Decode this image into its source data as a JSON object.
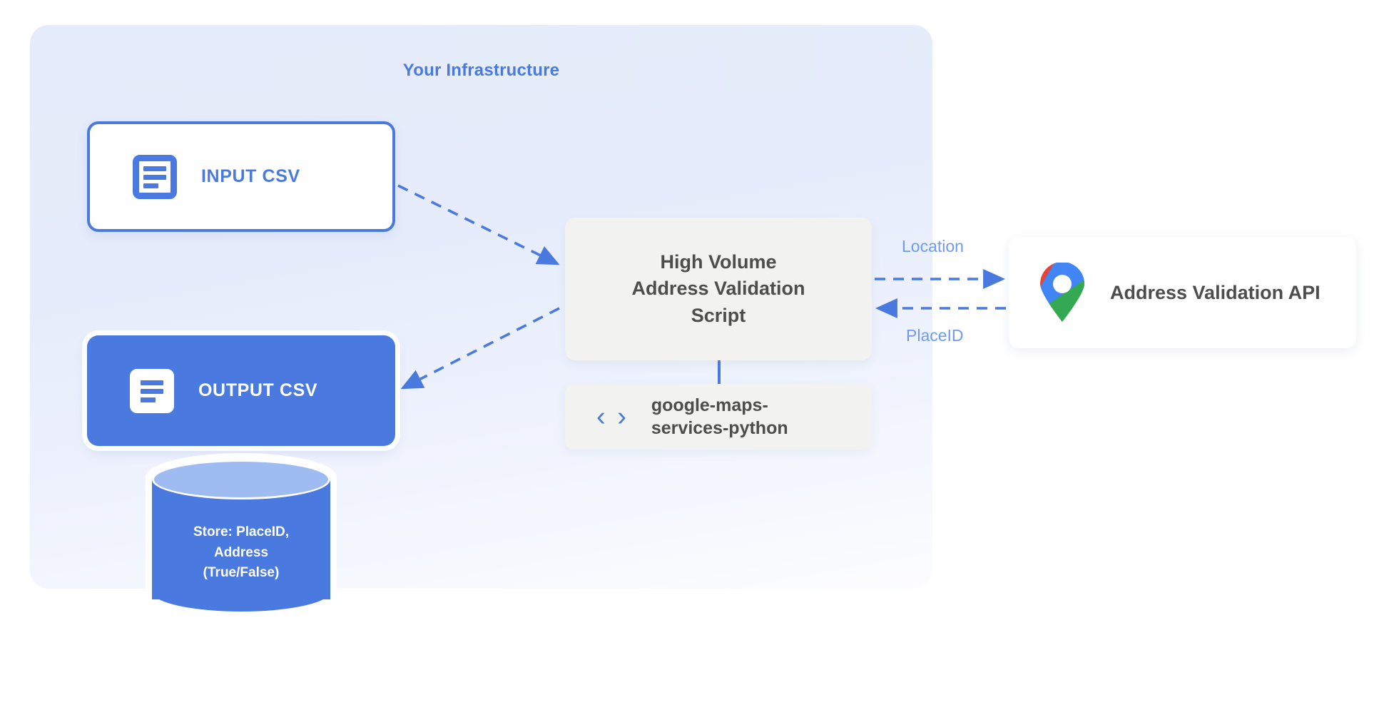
{
  "panel": {
    "title": "Your Infrastructure",
    "accent_color": "#4a7ae0",
    "background_color": "#e6ecfb"
  },
  "nodes": {
    "input_csv": {
      "label": "INPUT CSV",
      "icon": "document-icon",
      "text_color": "#4a7ae0",
      "fill": "#ffffff"
    },
    "output_csv": {
      "label": "OUTPUT CSV",
      "icon": "document-icon",
      "text_color": "#ffffff",
      "fill": "#4a7ae0"
    },
    "script": {
      "line1": "High Volume",
      "line2": "Address Validation",
      "line3": "Script",
      "fill": "#f2f2f0",
      "text_color": "#4d4d4d"
    },
    "library": {
      "icon": "code-brackets-icon",
      "icon_glyph": "‹ ›",
      "line1": "google-maps-",
      "line2": "services-python",
      "fill": "#f2f2f0"
    },
    "api": {
      "label": "Address Validation API",
      "icon": "google-maps-pin-icon",
      "fill": "#ffffff",
      "text_color": "#4d4d4d"
    },
    "database": {
      "line1": "Store: PlaceID,",
      "line2": "Address",
      "line3": "(True/False)",
      "fill": "#4a7ae0",
      "top_fill": "#9ebcf2",
      "text_color": "#ffffff"
    }
  },
  "edges": {
    "input_to_script": {
      "style": "dashed",
      "direction": "right-down",
      "color": "#4a7ae0",
      "label": ""
    },
    "script_to_output": {
      "style": "dashed",
      "direction": "left-down",
      "color": "#4a7ae0",
      "label": ""
    },
    "script_to_api": {
      "style": "dashed",
      "direction": "right",
      "color": "#6f9af0",
      "label": "Location"
    },
    "api_to_script": {
      "style": "dashed",
      "direction": "left",
      "color": "#6f9af0",
      "label": "PlaceID"
    },
    "script_to_library": {
      "style": "solid",
      "direction": "down",
      "color": "#4a7ae0",
      "label": ""
    }
  },
  "google_logo_colors": {
    "blue": "#4285f4",
    "red": "#ea4335",
    "yellow": "#fbbc04",
    "green": "#34a853"
  }
}
